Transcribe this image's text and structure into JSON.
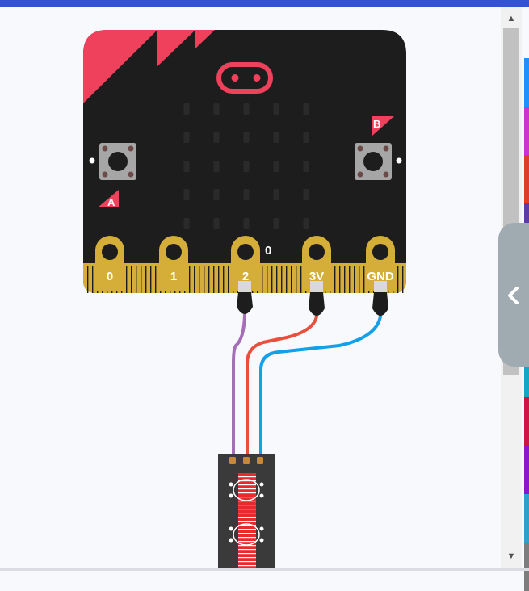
{
  "colors": {
    "top_bar": "#3452d8",
    "board": "#1d1d1d",
    "board_accent": "#f0415c",
    "edge_gold": "#d4ae39",
    "wire_purple": "#a46fb6",
    "wire_red": "#e94f3d",
    "wire_blue": "#11a1e8",
    "sensor": "#3a3a3a",
    "sensor_red": "#e82a2d"
  },
  "board": {
    "buttons": {
      "a_label": "A",
      "b_label": "B"
    },
    "pins": [
      {
        "label": "0"
      },
      {
        "label": "1"
      },
      {
        "label": "2"
      },
      {
        "label": "3V"
      },
      {
        "label": "GND"
      }
    ],
    "pin2_value": "0"
  },
  "sidebar": {
    "toggle_icon": "chevron-left-icon",
    "palette_colors": [
      "#1e90ff",
      "#cc33cc",
      "#e03c2b",
      "#5c3ca3",
      "#d6338a",
      "#2aa42a",
      "#11a8c4",
      "#cc1445",
      "#8a17c9",
      "#2fa1c9",
      "#7d7d7d"
    ]
  },
  "scrollbar": {
    "up_icon": "▲",
    "down_icon": "▼"
  }
}
